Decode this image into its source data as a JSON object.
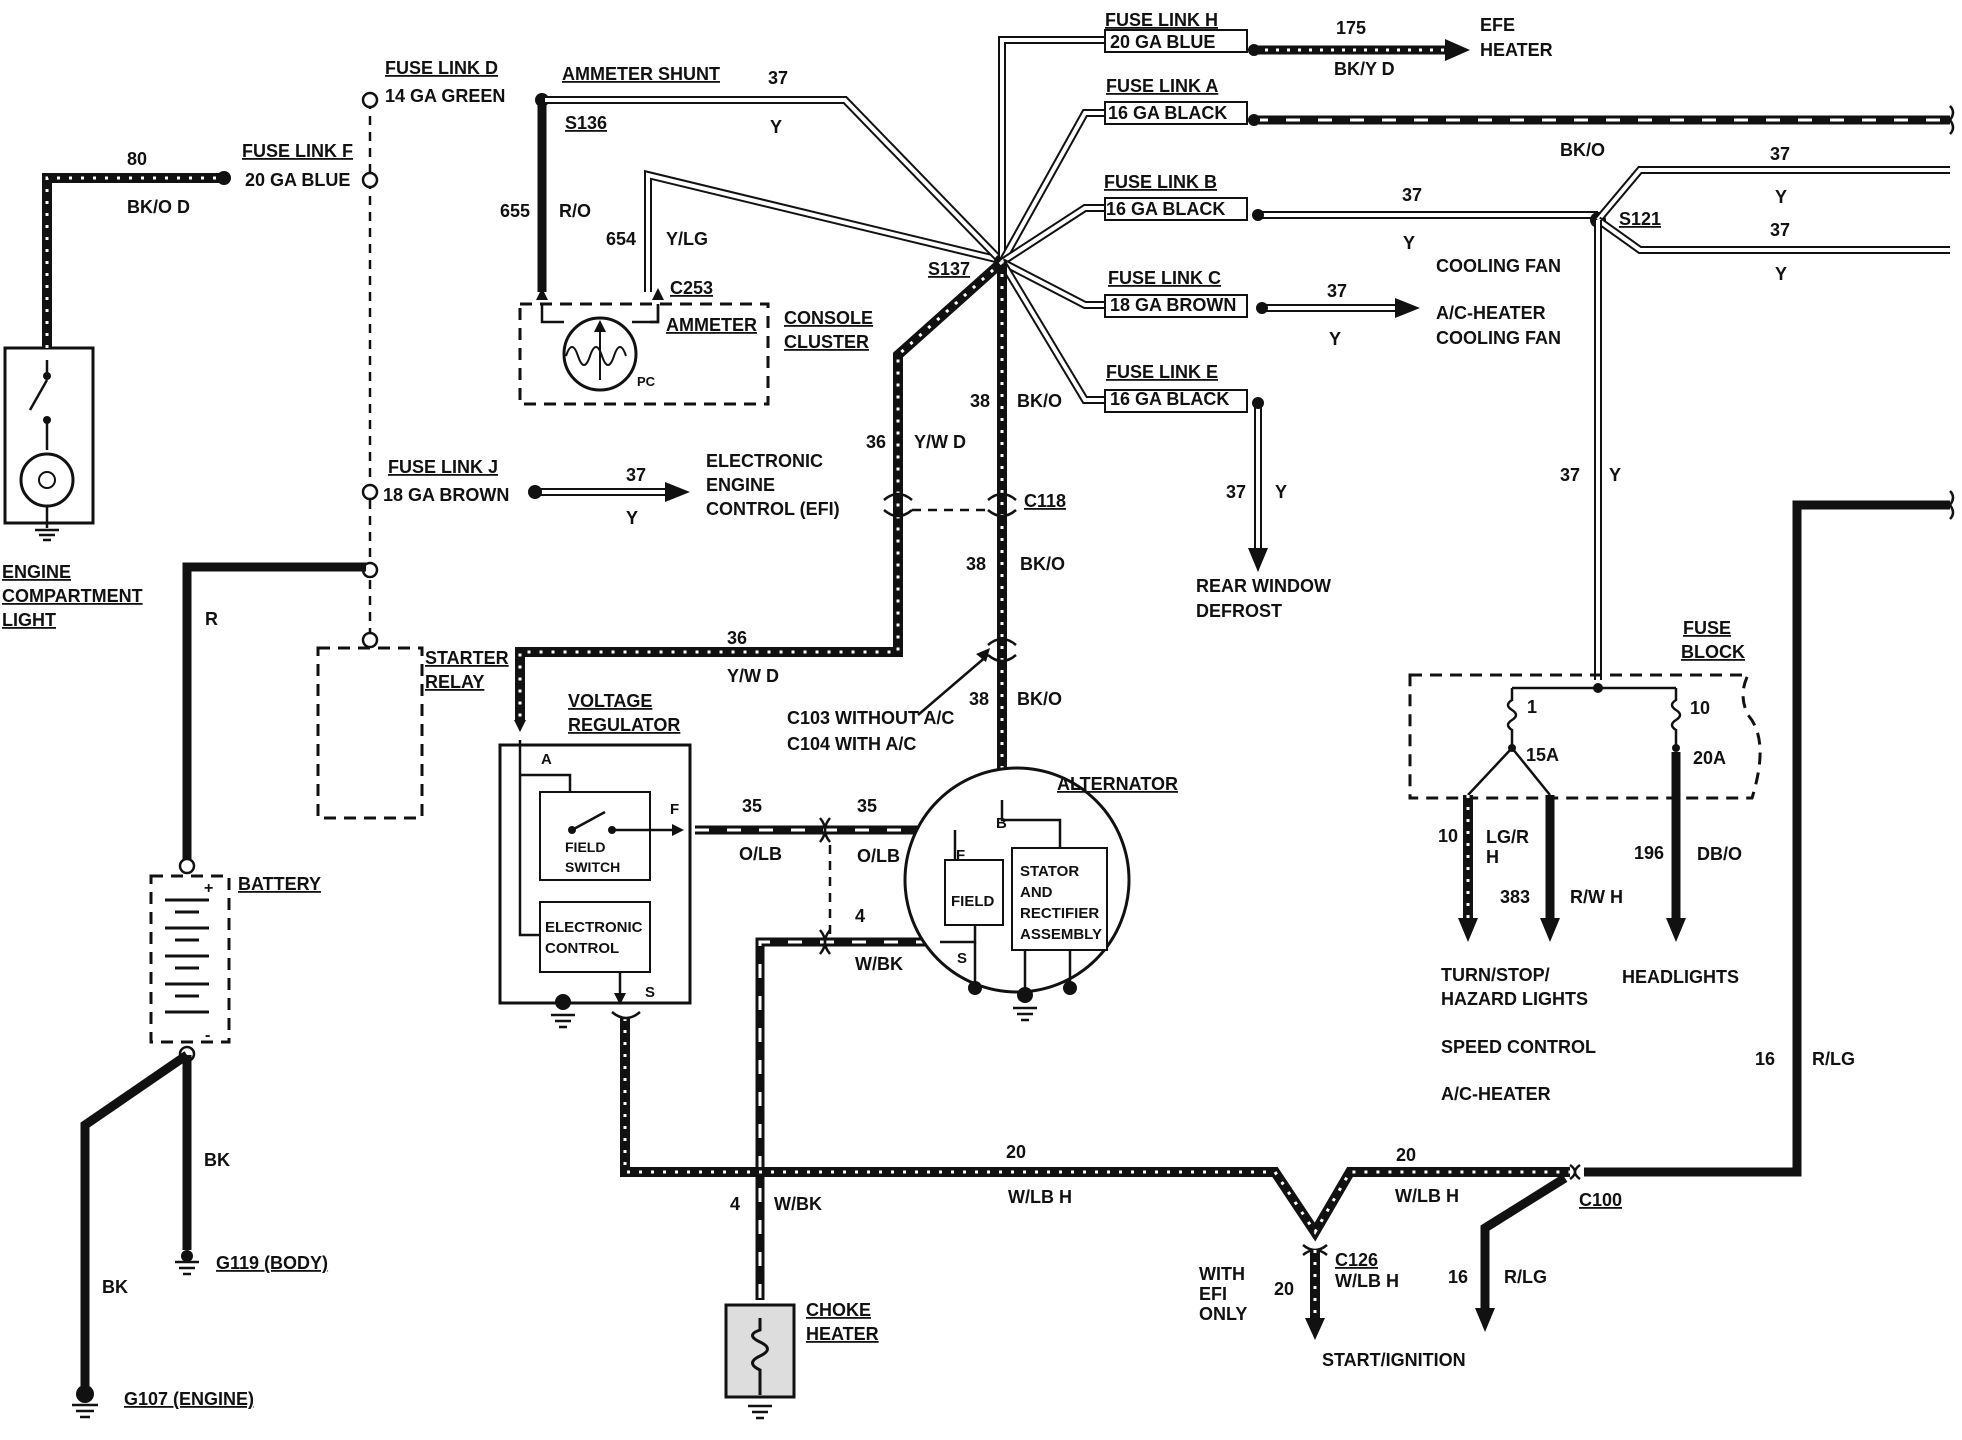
{
  "fuse_links": {
    "d": {
      "name": "FUSE LINK D",
      "gauge": "14 GA GREEN"
    },
    "f": {
      "name": "FUSE LINK F",
      "gauge": "20 GA BLUE"
    },
    "j": {
      "name": "FUSE LINK J",
      "gauge": "18  GA  BROWN"
    },
    "h": {
      "name": "FUSE LINK H",
      "gauge": "20 GA BLUE"
    },
    "a": {
      "name": "FUSE LINK A",
      "gauge": "16 GA BLACK"
    },
    "b": {
      "name": "FUSE LINK B",
      "gauge": "16 GA BLACK"
    },
    "c": {
      "name": "FUSE LINK C",
      "gauge": "18 GA BROWN"
    },
    "e": {
      "name": "FUSE LINK E",
      "gauge": "16 GA BLACK"
    }
  },
  "components": {
    "engine_light": [
      "ENGINE",
      "COMPARTMENT",
      "LIGHT"
    ],
    "ammeter_shunt": "AMMETER SHUNT",
    "ammeter": "AMMETER",
    "pc": "PC",
    "console_cluster": [
      "CONSOLE",
      "CLUSTER"
    ],
    "starter_relay": [
      "STARTER",
      "RELAY"
    ],
    "voltage_regulator": [
      "VOLTAGE",
      "REGULATOR"
    ],
    "field_switch": [
      "FIELD",
      "SWITCH"
    ],
    "electronic_control": [
      "ELECTRONIC",
      "CONTROL"
    ],
    "battery": "BATTERY",
    "alternator": "ALTERNATOR",
    "field": "FIELD",
    "stator": [
      "STATOR",
      "AND",
      "RECTIFIER",
      "ASSEMBLY"
    ],
    "choke_heater": [
      "CHOKE",
      "HEATER"
    ],
    "fuse_block": [
      "FUSE",
      "BLOCK"
    ],
    "efi": [
      "ELECTRONIC",
      "ENGINE",
      "CONTROL  (EFI)"
    ],
    "efe_heater": [
      "EFE",
      "HEATER"
    ],
    "cooling_fan": "COOLING FAN",
    "ac_heater_cooling_fan": [
      "A/C-HEATER",
      "COOLING FAN"
    ],
    "rear_window_defrost": [
      "REAR WINDOW",
      "DEFROST"
    ],
    "turn_stop_hazard": [
      "TURN/STOP/",
      "HAZARD LIGHTS"
    ],
    "headlights": "HEADLIGHTS",
    "speed_control": "SPEED CONTROL",
    "ac_heater": "A/C-HEATER",
    "start_ignition": "START/IGNITION",
    "with_efi_only": [
      "WITH",
      "EFI",
      "ONLY"
    ]
  },
  "connectors": {
    "s136": "S136",
    "s137": "S137",
    "s121": "S121",
    "c253": "C253",
    "c118": "C118",
    "c103": "C103",
    "c103_note": " WITHOUT A/C",
    "c104": "C104",
    "c104_note": " WITH A/C",
    "c126": "C126",
    "c100": "C100"
  },
  "grounds": {
    "g119": "G119 (BODY)",
    "g107": "G107 (ENGINE)"
  },
  "terminals": {
    "a": "A",
    "f": "F",
    "s": "S",
    "b": "B",
    "alt_f": "F",
    "alt_s": "S",
    "plus": "+",
    "minus": "-"
  },
  "fuses": {
    "f1": "1",
    "f1_rating": "15A",
    "f10": "10",
    "f10_rating": "20A"
  },
  "circuits": {
    "c80": "80",
    "c80_color": "BK/O D",
    "c37_shunt": "37",
    "c37_shunt_color": "Y",
    "c655": "655",
    "c655_color": "R/O",
    "c654": "654",
    "c654_color": "Y/LG",
    "c37_efi": "37",
    "c37_efi_color": "Y",
    "c36_a": "36",
    "c36_a_color": "Y/W D",
    "c36_b": "36",
    "c36_b_color": "Y/W D",
    "c38_a": "38",
    "c38_a_color": "BK/O",
    "c38_b": "38",
    "c38_b_color": "BK/O",
    "c38_c": "38",
    "c38_c_color": "BK/O",
    "c_r": "R",
    "c35_a": "35",
    "c35_a_color": "O/LB",
    "c35_b": "35",
    "c35_b_color": "O/LB",
    "c4_a": "4",
    "c4_a_color": "W/BK",
    "c4_b": "4",
    "c4_b_color": "W/BK",
    "c175": "175",
    "c175_color": "BK/Y  D",
    "c_bko": "BK/O",
    "c37_b": "37",
    "c37_b_color": "Y",
    "c37_r1": "37",
    "c37_r1_color": "Y",
    "c37_r2": "37",
    "c37_r2_color": "Y",
    "c37_c": "37",
    "c37_c_color": "Y",
    "c37_e": "37",
    "c37_e_color": "Y",
    "c37_fb": "37",
    "c37_fb_color": "Y",
    "c10": "10",
    "c10_color": "LG/R",
    "c10_h": "H",
    "c383": "383",
    "c383_color": "R/W H",
    "c196": "196",
    "c196_color": "DB/O",
    "c16_a": "16",
    "c16_a_color": "R/LG",
    "c16_b": "16",
    "c16_b_color": "R/LG",
    "c20_a": "20",
    "c20_a_color": "W/LB H",
    "c20_b": "20",
    "c20_b_color": "W/LB H",
    "c20_c": "20",
    "c20_c_color": "W/LB H",
    "c_bk_a": "BK",
    "c_bk_b": "BK"
  }
}
